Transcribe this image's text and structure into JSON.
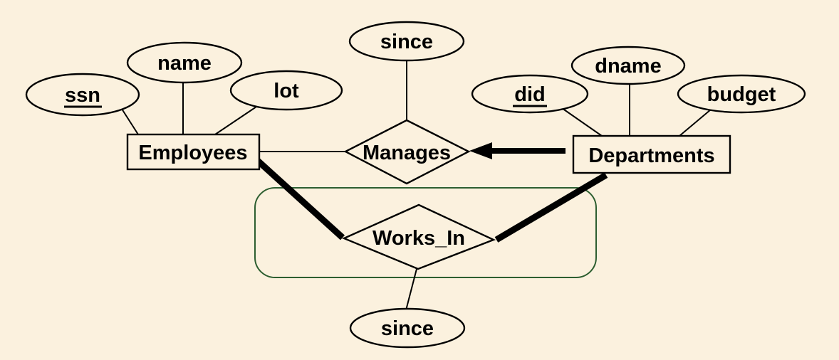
{
  "diagram": {
    "kind": "entity-relationship-diagram",
    "background_color": "#fbf1de",
    "line_color": "#000000",
    "group_box_color": "#2d5e30",
    "entities": [
      {
        "id": "employees",
        "label": "Employees"
      },
      {
        "id": "departments",
        "label": "Departments"
      }
    ],
    "relationships": [
      {
        "id": "manages",
        "label": "Manages"
      },
      {
        "id": "works_in",
        "label": "Works_In",
        "enclosed_in_group_box": true
      }
    ],
    "attributes": [
      {
        "id": "ssn",
        "label": "ssn",
        "primary_key": true,
        "attached_to": "Employees"
      },
      {
        "id": "name",
        "label": "name",
        "primary_key": false,
        "attached_to": "Employees"
      },
      {
        "id": "lot",
        "label": "lot",
        "primary_key": false,
        "attached_to": "Employees"
      },
      {
        "id": "since_manages",
        "label": "since",
        "primary_key": false,
        "attached_to": "Manages"
      },
      {
        "id": "did",
        "label": "did",
        "primary_key": true,
        "attached_to": "Departments"
      },
      {
        "id": "dname",
        "label": "dname",
        "primary_key": false,
        "attached_to": "Departments"
      },
      {
        "id": "budget",
        "label": "budget",
        "primary_key": false,
        "attached_to": "Departments"
      },
      {
        "id": "since_works_in",
        "label": "since",
        "primary_key": false,
        "attached_to": "Works_In"
      }
    ],
    "connections": [
      {
        "from": "Employees",
        "to": "Manages",
        "style": "thin"
      },
      {
        "from": "Departments",
        "to": "Manages",
        "style": "thick-arrow"
      },
      {
        "from": "Employees",
        "to": "Works_In",
        "style": "thick"
      },
      {
        "from": "Departments",
        "to": "Works_In",
        "style": "thick"
      }
    ]
  }
}
